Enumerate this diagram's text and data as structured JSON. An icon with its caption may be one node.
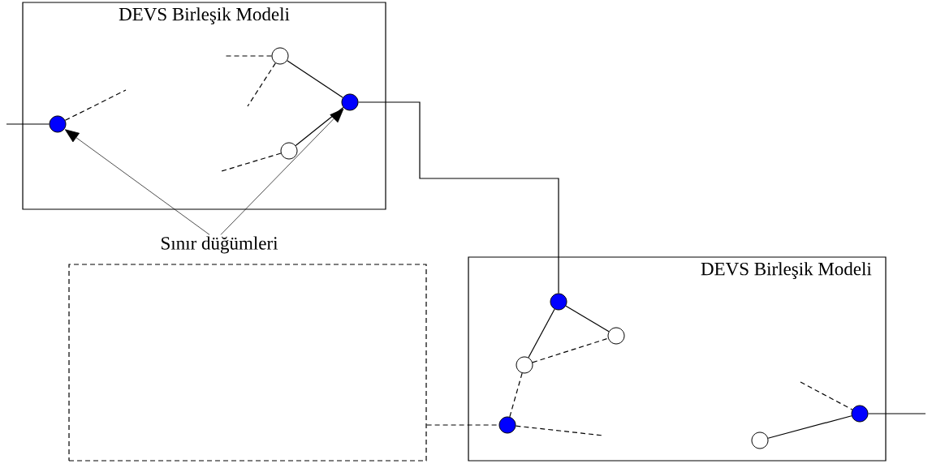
{
  "diagram": {
    "nodes": [
      {
        "text": [
          "DEVS Birleşik Modeli"
        ]
      },
      {
        "text": [],
        "shape": "circle",
        "in": 0
      },
      {
        "text": [],
        "shape": "circle",
        "in": 0
      },
      {
        "text": [],
        "shape": "circle",
        "in": 0
      },
      {
        "text": [],
        "shape": "circle",
        "in": 0
      },
      {
        "text": [
          "Sınır düğümleri"
        ]
      },
      {
        "text": [],
        "shape": "box"
      },
      {
        "text": [
          "DEVS Birleşik Modeli"
        ]
      },
      {
        "text": [],
        "shape": "circle",
        "in": 7
      },
      {
        "text": [],
        "shape": "circle",
        "in": 7
      },
      {
        "text": [],
        "shape": "circle",
        "in": 7
      },
      {
        "text": [],
        "shape": "circle",
        "in": 7
      },
      {
        "text": [],
        "shape": "circle",
        "in": 7
      },
      {
        "text": [],
        "shape": "circle",
        "in": 7
      }
    ],
    "edges": [
      {
        "from": null,
        "to": 1,
        "arrow": "none"
      },
      {
        "from": 1,
        "to": null,
        "arrow": "none",
        "style": "dashed"
      },
      {
        "from": 2,
        "to": null,
        "arrow": "none",
        "style": "dashed"
      },
      {
        "from": 2,
        "to": null,
        "arrow": "none",
        "style": "dashed"
      },
      {
        "from": 2,
        "to": 3,
        "arrow": "none"
      },
      {
        "from": 4,
        "to": 3,
        "arrow": "none"
      },
      {
        "from": 4,
        "to": null,
        "arrow": "none",
        "style": "dashed"
      },
      {
        "from": 3,
        "to": 8,
        "arrow": "none"
      },
      {
        "from": 5,
        "to": 1,
        "arrow": "to"
      },
      {
        "from": 5,
        "to": 3,
        "arrow": "to"
      },
      {
        "from": 8,
        "to": 10,
        "arrow": "none"
      },
      {
        "from": 8,
        "to": 9,
        "arrow": "none"
      },
      {
        "from": 10,
        "to": 9,
        "arrow": "none",
        "style": "dashed"
      },
      {
        "from": 10,
        "to": 11,
        "arrow": "none",
        "style": "dashed"
      },
      {
        "from": 6,
        "to": 11,
        "arrow": "none",
        "style": "dashed"
      },
      {
        "from": 11,
        "to": null,
        "arrow": "none",
        "style": "dashed"
      },
      {
        "from": 12,
        "to": 13,
        "arrow": "none"
      },
      {
        "from": null,
        "to": 13,
        "arrow": "none",
        "style": "dashed"
      },
      {
        "from": 13,
        "to": null,
        "arrow": "none"
      }
    ]
  }
}
